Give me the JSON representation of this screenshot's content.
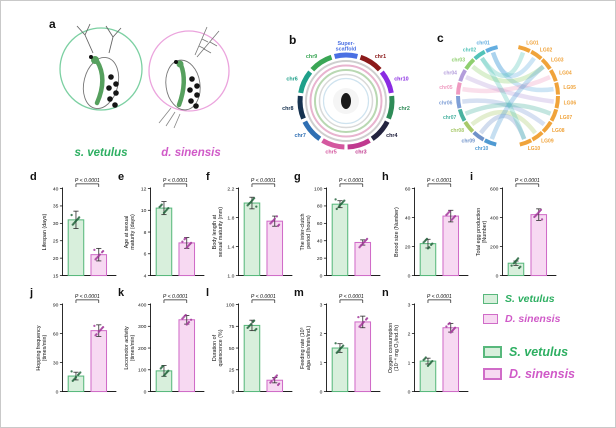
{
  "colors": {
    "s_fill": "#d8efdc",
    "s_stroke": "#58b87c",
    "s_point": "#27663f",
    "s_text": "#2eaf62",
    "d_fill": "#f7d9f2",
    "d_stroke": "#d06cc8",
    "d_point": "#a33a9b",
    "d_text": "#d05ac8"
  },
  "panel_a": {
    "letter": "a",
    "species": [
      {
        "label": "s. vetulus",
        "color": "#2eaf62"
      },
      {
        "label": "d. sinensis",
        "color": "#d05ac8"
      }
    ]
  },
  "panel_b": {
    "letter": "b",
    "segments": [
      {
        "label": "Super-scaffold",
        "color": "#4a6fe3"
      },
      {
        "label": "chr1",
        "color": "#8b1a1a"
      },
      {
        "label": "chr10",
        "color": "#8a2be2"
      },
      {
        "label": "chr2",
        "color": "#2e8b57"
      },
      {
        "label": "chr4",
        "color": "#23233f"
      },
      {
        "label": "chr3",
        "color": "#c0398f"
      },
      {
        "label": "chr5",
        "color": "#d4589f"
      },
      {
        "label": "chr7",
        "color": "#2f6fb3"
      },
      {
        "label": "chr8",
        "color": "#16324f"
      },
      {
        "label": "chr6",
        "color": "#1fa08a"
      },
      {
        "label": "chr9",
        "color": "#3aa655"
      }
    ]
  },
  "panel_c": {
    "letter": "c",
    "left": [
      {
        "label": "chr01",
        "color": "#64aee0"
      },
      {
        "label": "chr02",
        "color": "#52c3b8"
      },
      {
        "label": "chr03",
        "color": "#8fcf6e"
      },
      {
        "label": "chr04",
        "color": "#b39ddb"
      },
      {
        "label": "chr05",
        "color": "#ef9ac0"
      },
      {
        "label": "chr06",
        "color": "#7f9fd6"
      },
      {
        "label": "chr07",
        "color": "#49b2a0"
      },
      {
        "label": "chr08",
        "color": "#a8c96a"
      },
      {
        "label": "chr09",
        "color": "#6f92c9"
      },
      {
        "label": "chr10",
        "color": "#4f9ad2"
      }
    ],
    "right": [
      {
        "label": "LG01",
        "color": "#f0a33a"
      },
      {
        "label": "LG02",
        "color": "#f0a33a"
      },
      {
        "label": "LG03",
        "color": "#f0a33a"
      },
      {
        "label": "LG04",
        "color": "#f0a33a"
      },
      {
        "label": "LG05",
        "color": "#f0a33a"
      },
      {
        "label": "LG06",
        "color": "#f0a33a"
      },
      {
        "label": "LG07",
        "color": "#f0a33a"
      },
      {
        "label": "LG08",
        "color": "#f0a33a"
      },
      {
        "label": "LG09",
        "color": "#f0a33a"
      },
      {
        "label": "LG10",
        "color": "#f0a33a"
      }
    ],
    "links": [
      [
        0,
        1
      ],
      [
        0,
        4
      ],
      [
        1,
        0
      ],
      [
        2,
        2
      ],
      [
        3,
        5
      ],
      [
        4,
        3
      ],
      [
        5,
        7
      ],
      [
        6,
        6
      ],
      [
        7,
        8
      ],
      [
        8,
        9
      ],
      [
        9,
        2
      ],
      [
        1,
        9
      ]
    ]
  },
  "legend": {
    "items": [
      {
        "label": "S. vetulus"
      },
      {
        "label": "D. sinensis"
      }
    ]
  },
  "chart_data": [
    {
      "panel": "d",
      "type": "bar",
      "ylabel": "Lifespan (days)",
      "categories": [
        "S. vetulus",
        "D. sinensis"
      ],
      "values": [
        31,
        21
      ],
      "errors": [
        2.5,
        1.8
      ],
      "ylim": [
        15,
        40
      ],
      "yticks": [
        "15",
        "20",
        "25",
        "30",
        "35",
        "40"
      ],
      "pvalue": "P < 0.0001"
    },
    {
      "panel": "e",
      "type": "bar",
      "ylabel": "Age at sexual maturity (days)",
      "categories": [
        "S. vetulus",
        "D. sinensis"
      ],
      "values": [
        10.2,
        7
      ],
      "errors": [
        0.6,
        0.5
      ],
      "ylim": [
        4,
        12
      ],
      "yticks": [
        "4",
        "6",
        "8",
        "10",
        "12"
      ],
      "pvalue": "P < 0.0001"
    },
    {
      "panel": "f",
      "type": "bar",
      "ylabel": "Body length at sexual maturity (mm)",
      "categories": [
        "S. vetulus",
        "D. sinensis"
      ],
      "values": [
        2.0,
        1.75
      ],
      "errors": [
        0.08,
        0.07
      ],
      "ylim": [
        1.0,
        2.2
      ],
      "yticks": [
        "1.0",
        "1.4",
        "1.8",
        "2.2"
      ],
      "pvalue": "P < 0.0001"
    },
    {
      "panel": "g",
      "type": "bar",
      "ylabel": "The inter-clutch period (hours)",
      "categories": [
        "S. vetulus",
        "D. sinensis"
      ],
      "values": [
        82,
        38
      ],
      "errors": [
        4,
        3
      ],
      "ylim": [
        0,
        100
      ],
      "yticks": [
        "0",
        "20",
        "40",
        "60",
        "80",
        "100"
      ],
      "pvalue": "P < 0.0001"
    },
    {
      "panel": "h",
      "type": "bar",
      "ylabel": "Brood size (Number)",
      "categories": [
        "S. vetulus",
        "D. sinensis"
      ],
      "values": [
        22,
        41
      ],
      "errors": [
        3,
        4
      ],
      "ylim": [
        0,
        60
      ],
      "yticks": [
        "0",
        "20",
        "40",
        "60"
      ],
      "pvalue": "P < 0.0001"
    },
    {
      "panel": "i",
      "type": "bar",
      "ylabel": "Total egg production (Number)",
      "categories": [
        "S. vetulus",
        "D. sinensis"
      ],
      "values": [
        85,
        420
      ],
      "errors": [
        15,
        40
      ],
      "ylim": [
        0,
        600
      ],
      "yticks": [
        "0",
        "200",
        "400",
        "600"
      ],
      "pvalue": "P < 0.0001"
    },
    {
      "panel": "j",
      "type": "bar",
      "ylabel": "Hopping frequency (times/min)",
      "categories": [
        "S. vetulus",
        "D. sinensis"
      ],
      "values": [
        16,
        63
      ],
      "errors": [
        4,
        6
      ],
      "ylim": [
        0,
        90
      ],
      "yticks": [
        "0",
        "30",
        "60",
        "90"
      ],
      "pvalue": "P < 0.0001"
    },
    {
      "panel": "k",
      "type": "bar",
      "ylabel": "Locomotor activity (times/min)",
      "categories": [
        "S. vetulus",
        "D. sinensis"
      ],
      "values": [
        95,
        330
      ],
      "errors": [
        25,
        20
      ],
      "ylim": [
        0,
        400
      ],
      "yticks": [
        "0",
        "100",
        "200",
        "300",
        "400"
      ],
      "pvalue": "P < 0.0001"
    },
    {
      "panel": "l",
      "type": "bar",
      "ylabel": "Duration of quiescence (%)",
      "categories": [
        "S. vetulus",
        "D. sinensis"
      ],
      "values": [
        76,
        13
      ],
      "errors": [
        6,
        3
      ],
      "ylim": [
        0,
        100
      ],
      "yticks": [
        "0",
        "25",
        "50",
        "75",
        "100"
      ],
      "pvalue": "P < 0.0001"
    },
    {
      "panel": "m",
      "type": "bar",
      "ylabel": "Feeding rate (10⁵ alga cells/min/ind.)",
      "categories": [
        "S. vetulus",
        "D. sinensis"
      ],
      "values": [
        1.5,
        2.4
      ],
      "errors": [
        0.15,
        0.2
      ],
      "ylim": [
        0,
        3
      ],
      "yticks": [
        "0",
        "1",
        "2",
        "3"
      ],
      "pvalue": "P < 0.0001"
    },
    {
      "panel": "n",
      "type": "bar",
      "ylabel": "Oxygen consumption (10⁻⁴ mg O₂/ind./h)",
      "categories": [
        "S. vetulus",
        "D. sinensis"
      ],
      "values": [
        1.05,
        2.2
      ],
      "errors": [
        0.1,
        0.15
      ],
      "ylim": [
        0,
        3
      ],
      "yticks": [
        "0",
        "1",
        "2",
        "3"
      ],
      "pvalue": "P < 0.0001"
    }
  ]
}
